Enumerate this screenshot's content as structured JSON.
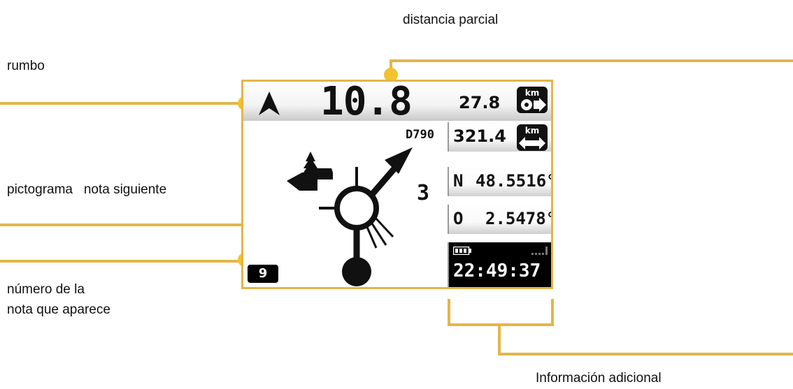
{
  "labels": {
    "partial_distance": "distancia parcial",
    "heading": "rumbo",
    "next_note_pictogram": "pictograma   nota siguiente",
    "note_number_line1": "número  de la",
    "note_number_line2": "nota que aparece",
    "additional_info": "Información adicional"
  },
  "device": {
    "partial_distance": "10.8",
    "top_right_value": "27.8",
    "total_distance": "321.4",
    "road_code": "D790",
    "exit_number": "3",
    "latitude_prefix": "N",
    "latitude_value": "48.5516°",
    "longitude_prefix": "O",
    "longitude_value": "2.5478°",
    "clock": "22:49:37",
    "note_number": "9",
    "km_label": "km"
  },
  "colors": {
    "accent_line": "#e3b64a",
    "marker": "#f2c230"
  }
}
